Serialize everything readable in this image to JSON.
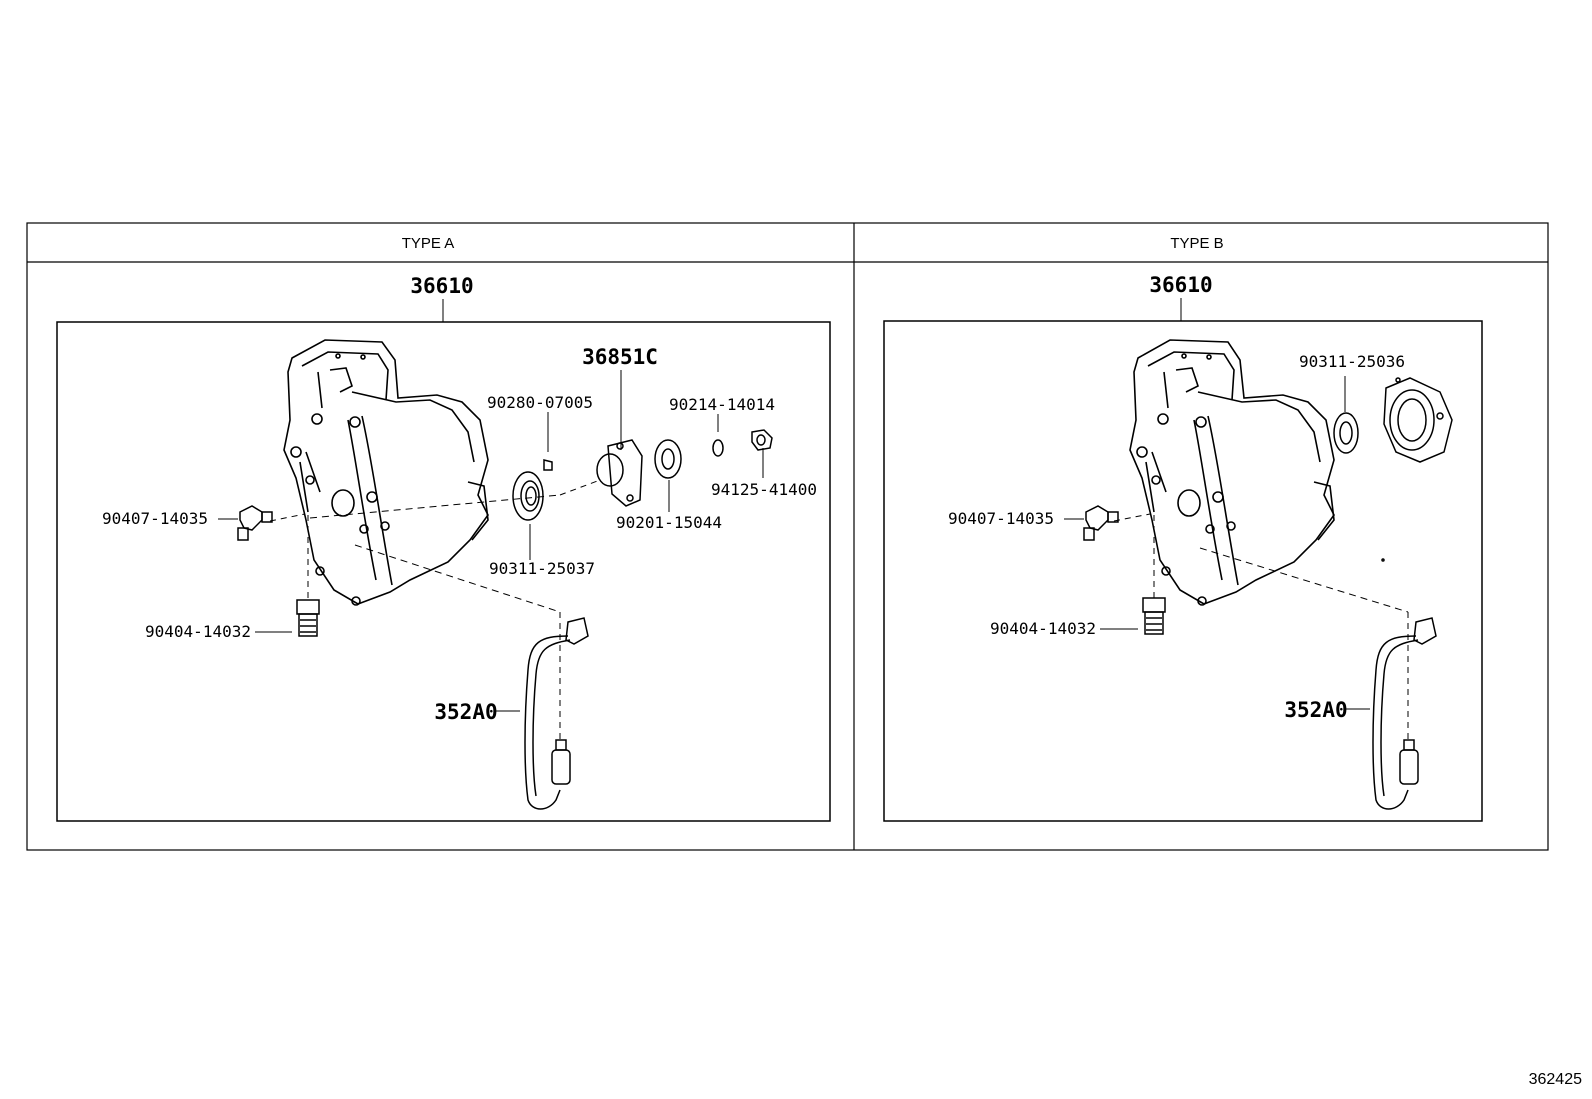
{
  "diagram_id": "362425",
  "panels": [
    {
      "header": "TYPE A",
      "assembly": "36610",
      "parts": {
        "p1": "36851C",
        "p2": "90280-07005",
        "p3": "90214-14014",
        "p4": "94125-41400",
        "p5": "90201-15044",
        "p6": "90311-25037",
        "p7": "90407-14035",
        "p8": "90404-14032",
        "p9": "352A0"
      }
    },
    {
      "header": "TYPE B",
      "assembly": "36610",
      "parts": {
        "p1": "90311-25036",
        "p7": "90407-14035",
        "p8": "90404-14032",
        "p9": "352A0"
      }
    }
  ]
}
